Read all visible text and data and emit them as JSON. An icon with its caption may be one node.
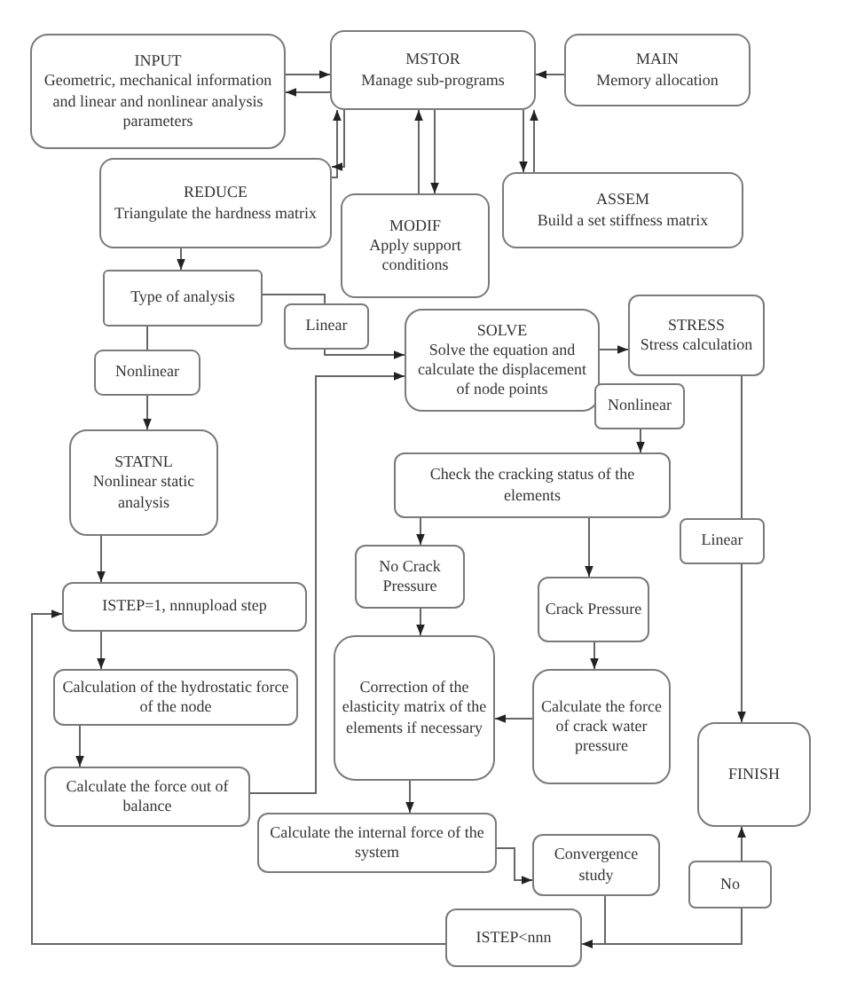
{
  "diagram": {
    "nodes": [
      {
        "text": [
          "INPUT",
          "Geometric, mechanical information and linear and nonlinear analysis parameters"
        ]
      },
      {
        "text": [
          "MSTOR",
          "Manage sub-programs"
        ]
      },
      {
        "text": [
          "MAIN",
          "Memory allocation"
        ]
      },
      {
        "text": [
          "REDUCE",
          "Triangulate the hardness matrix"
        ]
      },
      {
        "text": [
          "MODIF",
          "Apply support conditions"
        ]
      },
      {
        "text": [
          "ASSEM",
          "Build a set stiffness matrix"
        ]
      },
      {
        "text": [
          "Type of analysis"
        ]
      },
      {
        "text": [
          "Linear"
        ]
      },
      {
        "text": [
          "SOLVE",
          "Solve the equation and calculate the displacement of node points"
        ]
      },
      {
        "text": [
          "STRESS",
          "Stress calculation"
        ]
      },
      {
        "text": [
          "Nonlinear"
        ]
      },
      {
        "text": [
          "Nonlinear"
        ]
      },
      {
        "text": [
          "STATNL",
          "Nonlinear static analysis"
        ]
      },
      {
        "text": [
          "Check the cracking status of the elements"
        ]
      },
      {
        "text": [
          "Linear"
        ]
      },
      {
        "text": [
          "No Crack Pressure"
        ]
      },
      {
        "text": [
          "Crack Pressure"
        ]
      },
      {
        "text": [
          "ISTEP=1, nnnupload step"
        ]
      },
      {
        "text": [
          "Correction of the elasticity matrix of the elements if necessary"
        ]
      },
      {
        "text": [
          "Calculation of the hydrostatic force of the node"
        ]
      },
      {
        "text": [
          "Calculate the force of crack water pressure"
        ]
      },
      {
        "text": [
          "FINISH"
        ]
      },
      {
        "text": [
          "Calculate the force out of balance"
        ]
      },
      {
        "text": [
          "Calculate the internal force of the system"
        ]
      },
      {
        "text": [
          "Convergence study"
        ]
      },
      {
        "text": [
          "No"
        ]
      },
      {
        "text": [
          "ISTEP<nnn"
        ]
      }
    ],
    "edges": [
      {
        "from": 0,
        "to": 1,
        "arrow": "to"
      },
      {
        "from": 1,
        "to": 0,
        "arrow": "to"
      },
      {
        "from": 2,
        "to": 1,
        "arrow": "to"
      },
      {
        "from": 3,
        "to": 1,
        "arrow": "to"
      },
      {
        "from": 1,
        "to": 3,
        "arrow": "to"
      },
      {
        "from": 4,
        "to": 1,
        "arrow": "to"
      },
      {
        "from": 1,
        "to": 4,
        "arrow": "to"
      },
      {
        "from": 1,
        "to": 5,
        "arrow": "to"
      },
      {
        "from": 5,
        "to": 1,
        "arrow": "to"
      },
      {
        "from": 3,
        "to": 6,
        "arrow": "to"
      },
      {
        "from": 6,
        "to": 7,
        "arrow": "none"
      },
      {
        "from": 6,
        "to": 10,
        "arrow": "none"
      },
      {
        "from": 7,
        "to": 8,
        "arrow": "to"
      },
      {
        "from": 10,
        "to": 12,
        "arrow": "to"
      },
      {
        "from": 12,
        "to": 17,
        "arrow": "to"
      },
      {
        "from": 8,
        "to": 9,
        "arrow": "to"
      },
      {
        "from": 11,
        "to": 13,
        "arrow": "to"
      },
      {
        "from": 9,
        "to": 14,
        "arrow": "none"
      },
      {
        "from": 14,
        "to": 21,
        "arrow": "to"
      },
      {
        "from": 13,
        "to": 15,
        "arrow": "to"
      },
      {
        "from": 13,
        "to": 16,
        "arrow": "to"
      },
      {
        "from": 15,
        "to": 18,
        "arrow": "to"
      },
      {
        "from": 16,
        "to": 20,
        "arrow": "to"
      },
      {
        "from": 20,
        "to": 18,
        "arrow": "to"
      },
      {
        "from": 18,
        "to": 23,
        "arrow": "to"
      },
      {
        "from": 23,
        "to": 24,
        "arrow": "to"
      },
      {
        "from": 24,
        "to": 26,
        "arrow": "to"
      },
      {
        "from": 25,
        "to": 26,
        "arrow": "to"
      },
      {
        "from": 25,
        "to": 21,
        "arrow": "to"
      },
      {
        "from": 26,
        "to": 17,
        "arrow": "to"
      },
      {
        "from": 17,
        "to": 19,
        "arrow": "to"
      },
      {
        "from": 19,
        "to": 22,
        "arrow": "to"
      },
      {
        "from": 22,
        "to": 8,
        "arrow": "to"
      }
    ]
  }
}
